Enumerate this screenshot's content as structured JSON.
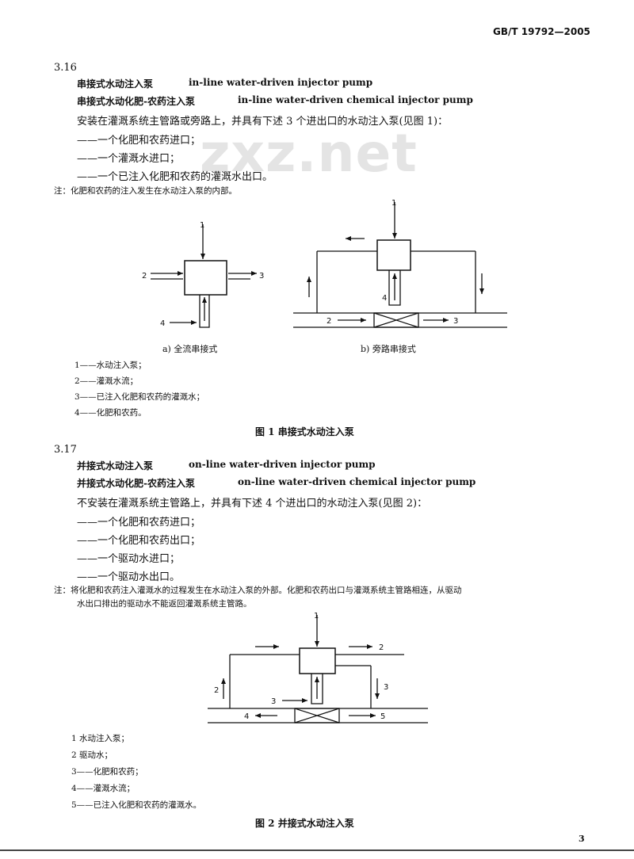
{
  "header": {
    "standard_code": "GB/T 19792—2005"
  },
  "watermark": "zxz.net",
  "s316": {
    "number": "3.16",
    "term_cn_1": "串接式水动注入泵",
    "term_en_1": "in-line water-driven injector pump",
    "term_cn_2": "串接式水动化肥-农药注入泵",
    "term_en_2": "in-line water-driven chemical injector pump",
    "definition": "安装在灌溉系统主管路或旁路上，并具有下述 3 个进出口的水动注入泵(见图 1)：",
    "items": [
      "——一个化肥和农药进口；",
      "——一个灌溉水进口；",
      "——一个已注入化肥和农药的灌溉水出口。"
    ],
    "note": "注：化肥和农药的注入发生在水动注入泵的内部。"
  },
  "fig1": {
    "sub_a": "a)  全流串接式",
    "sub_b": "b)  旁路串接式",
    "callouts": [
      "1",
      "2",
      "3",
      "4"
    ],
    "legend": [
      "1——水动注入泵；",
      "2——灌溉水流；",
      "3——已注入化肥和农药的灌溉水；",
      "4——化肥和农药。"
    ],
    "caption": "图 1  串接式水动注入泵"
  },
  "s317": {
    "number": "3.17",
    "term_cn_1": "并接式水动注入泵",
    "term_en_1": "on-line water-driven injector pump",
    "term_cn_2": "并接式水动化肥-农药注入泵",
    "term_en_2": "on-line water-driven chemical injector pump",
    "definition": "不安装在灌溉系统主管路上，并具有下述 4 个进出口的水动注入泵(见图 2)：",
    "items": [
      "——一个化肥和农药进口；",
      "——一个化肥和农药出口；",
      "——一个驱动水进口；",
      "——一个驱动水出口。"
    ],
    "note_line1": "注：将化肥和农药注入灌溉水的过程发生在水动注入泵的外部。化肥和农药出口与灌溉系统主管路相连，从驱动",
    "note_line2": "水出口排出的驱动水不能返回灌溉系统主管路。"
  },
  "fig2": {
    "callouts": [
      "1",
      "2",
      "3",
      "4",
      "5"
    ],
    "legend": [
      "1    水动注入泵；",
      "2    驱动水；",
      "3——化肥和农药；",
      "4——灌溉水流；",
      "5——已注入化肥和农药的灌溉水。"
    ],
    "caption": "图 2  并接式水动注入泵"
  },
  "footer": {
    "page_number": "3"
  }
}
